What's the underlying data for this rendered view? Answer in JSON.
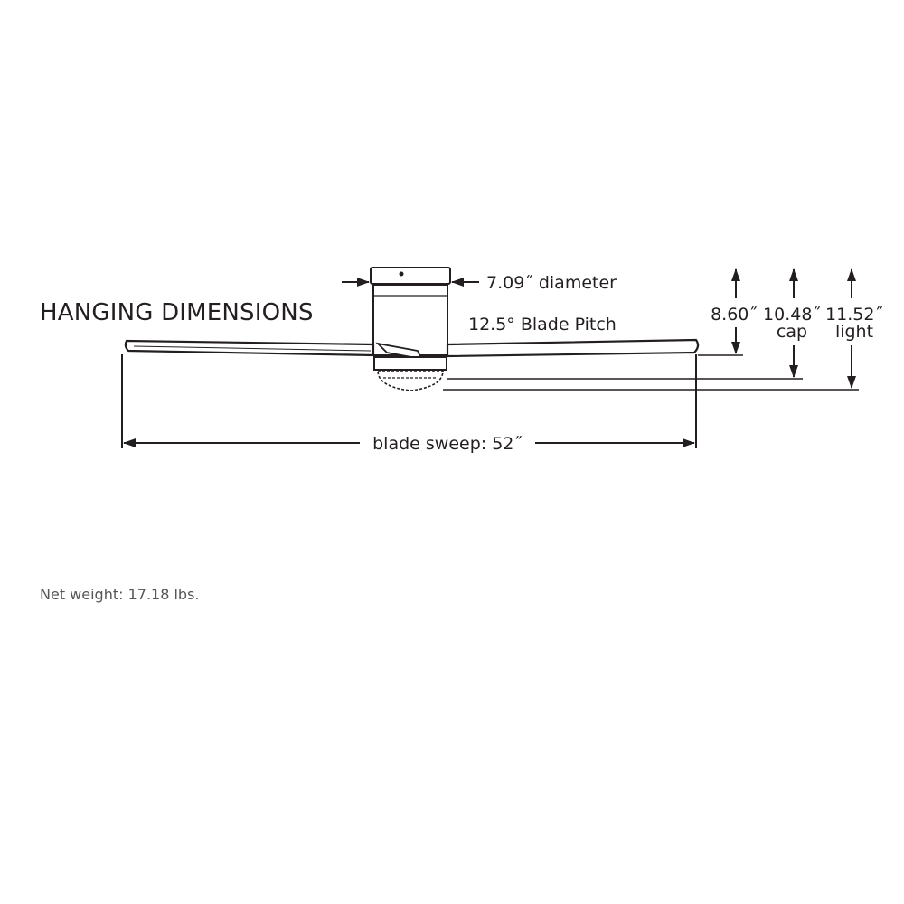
{
  "diagram": {
    "title": "HANGING DIMENSIONS",
    "diameter_label": "7.09˝ diameter",
    "pitch_label": "12.5° Blade Pitch",
    "blade_sweep_label": "blade sweep: 52˝",
    "height_base_label": "8.60˝",
    "height_cap_value": "10.48˝",
    "height_cap_caption": "cap",
    "height_light_value": "11.52˝",
    "height_light_caption": "light"
  },
  "footer": {
    "net_weight": "Net weight: 17.18 lbs."
  },
  "colors": {
    "ink": "#231f20",
    "footer_text": "#555555"
  }
}
